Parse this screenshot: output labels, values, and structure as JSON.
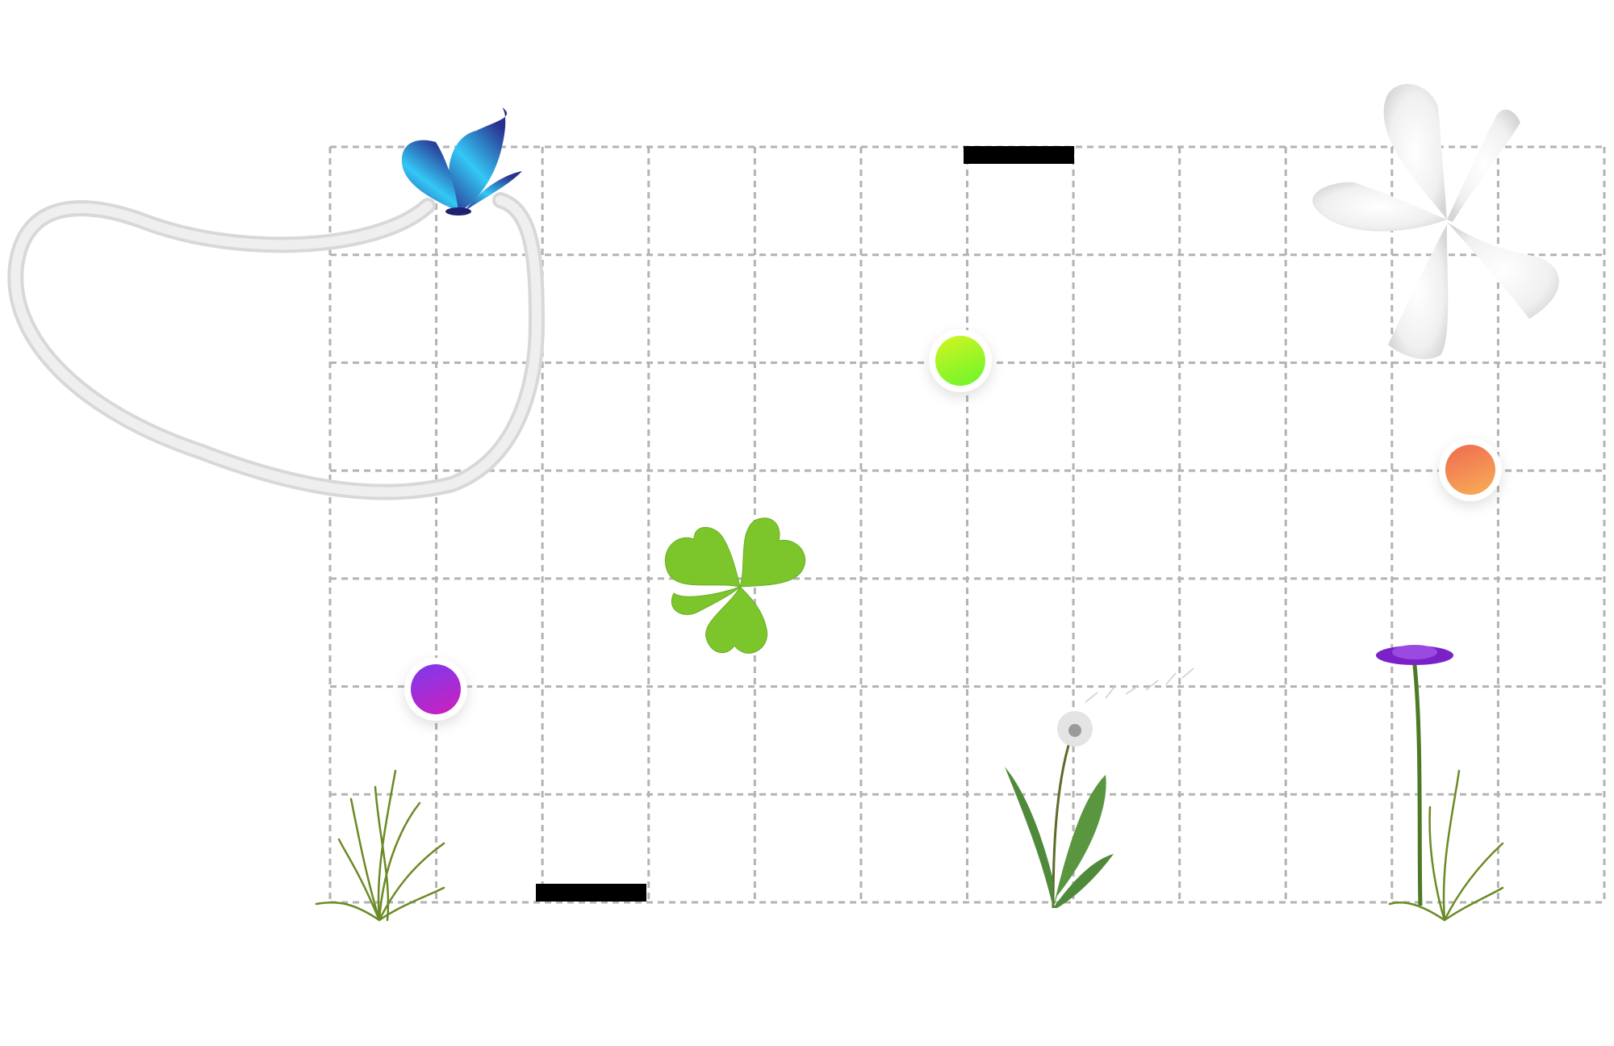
{
  "board": {
    "columns": 12,
    "rows": 7,
    "grid_line_color": "#b3b3b3",
    "background": "#ffffff"
  },
  "pieces": {
    "balls": [
      {
        "name": "green-ball",
        "colors": [
          "#d4f522",
          "#7af52a"
        ]
      },
      {
        "name": "orange-ball",
        "colors": [
          "#ef6a4f",
          "#f6a457"
        ]
      },
      {
        "name": "purple-ball",
        "colors": [
          "#7b3aee",
          "#c024c4"
        ]
      }
    ],
    "blocks": [
      {
        "name": "top-black-bar",
        "color": "#000000"
      },
      {
        "name": "bottom-black-bar",
        "color": "#000000"
      }
    ],
    "rope_color": "#e4e4e4",
    "propeller_color": "#f2f2f2"
  },
  "decorations": {
    "icons": [
      "butterfly-icon",
      "clover-icon",
      "grass-icon",
      "dandelion-icon",
      "purple-flower-icon",
      "propeller-icon",
      "rope-icon"
    ],
    "butterfly_colors": [
      "#2a2f8f",
      "#33d6f5"
    ],
    "clover_color": "#7cc62b",
    "flower_color": "#7a22c8"
  }
}
